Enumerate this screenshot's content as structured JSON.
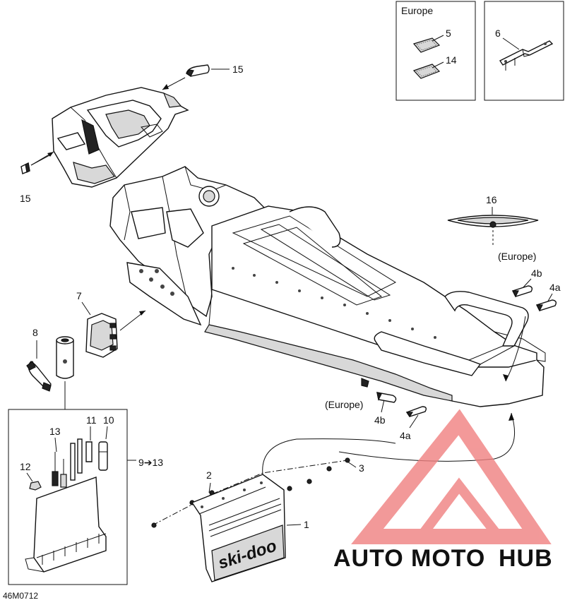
{
  "drawing_code": "46M0712",
  "inset_europe": {
    "title": "Europe",
    "callouts": [
      "5",
      "14"
    ]
  },
  "inset_bracket": {
    "callouts": [
      "6"
    ]
  },
  "callouts": {
    "seat_pad_top": "15",
    "seat_pad_left": "15",
    "emblem": "16",
    "europe_right": "(Europe)",
    "strip_4b_right": "4b",
    "strip_4a_right": "4a",
    "europe_left": "(Europe)",
    "strip_4b_left": "4b",
    "strip_4a_left": "4a",
    "cover": "7",
    "strap": "8",
    "flap": "1",
    "rivet_2": "2",
    "rivet_3": "3"
  },
  "tool_kit": {
    "callouts": [
      "13",
      "11",
      "10",
      "12"
    ],
    "range_label": "9➔13"
  },
  "flap_brand": "ski-doo",
  "watermark": {
    "part_1": "AUTO",
    "part_2": "MOTO",
    "part_3": "HUB",
    "colors": {
      "auto": "#f2b25a",
      "moto": "#e8453c",
      "hub": "#8a8a8a",
      "logo": "#f08080"
    }
  }
}
